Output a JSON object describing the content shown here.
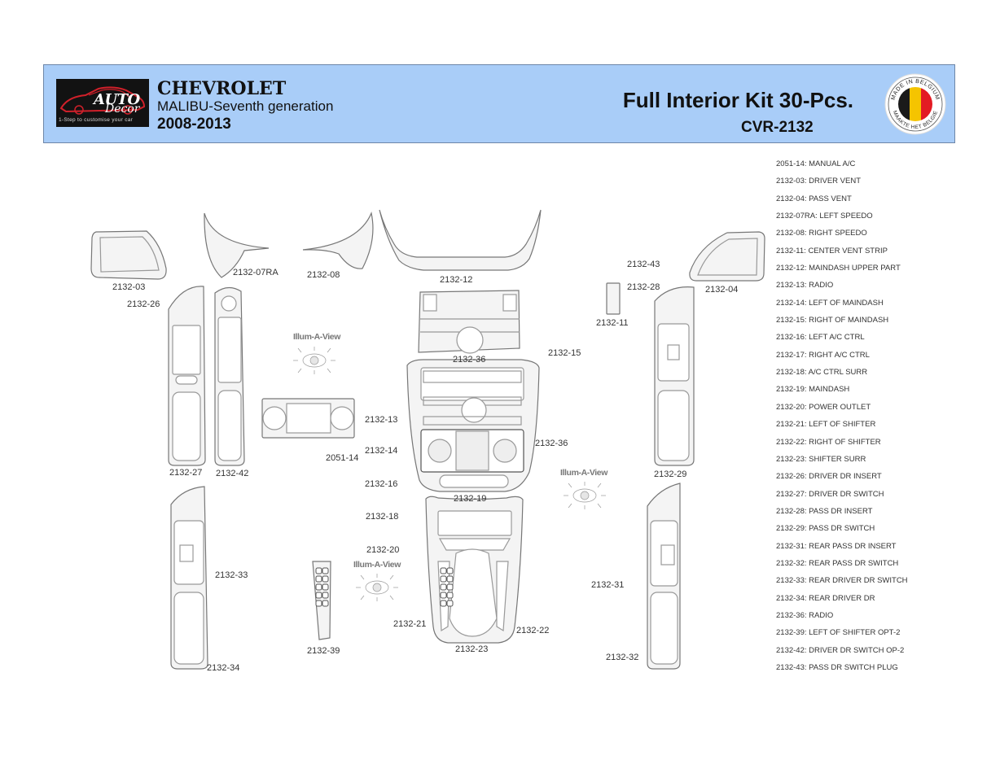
{
  "header": {
    "logo": {
      "brand_top": "AUTO",
      "brand_bottom": "Decor",
      "tagline": "1-Step to customise your car"
    },
    "make": "CHEVROLET",
    "model": "MALIBU-Seventh generation",
    "years": "2008-2013",
    "kit_title": "Full Interior Kit 30-Pcs.",
    "kit_code": "CVR-2132",
    "badge": {
      "top_text": "MADE IN BELGIUM",
      "bottom_text": "MAAKTE HET BELGIE",
      "flag_colors": [
        "#1a1a1a",
        "#f5c400",
        "#e31b23"
      ]
    }
  },
  "legend": [
    "2051-14: MANUAL A/C",
    "2132-03: DRIVER VENT",
    "2132-04: PASS VENT",
    "2132-07RA: LEFT SPEEDO",
    "2132-08: RIGHT SPEEDO",
    "2132-11: CENTER VENT STRIP",
    "2132-12: MAINDASH UPPER PART",
    "2132-13: RADIO",
    "2132-14: LEFT OF MAINDASH",
    "2132-15: RIGHT OF MAINDASH",
    "2132-16: LEFT A/C CTRL",
    "2132-17: RIGHT A/C CTRL",
    "2132-18: A/C CTRL SURR",
    "2132-19: MAINDASH",
    "2132-20: POWER OUTLET",
    "2132-21: LEFT OF SHIFTER",
    "2132-22: RIGHT OF SHIFTER",
    "2132-23: SHIFTER SURR",
    "2132-26: DRIVER DR INSERT",
    "2132-27: DRIVER DR SWITCH",
    "2132-28: PASS DR INSERT",
    "2132-29: PASS DR SWITCH",
    "2132-31: REAR PASS DR INSERT",
    "2132-32: REAR PASS DR SWITCH",
    "2132-33: REAR DRIVER DR SWITCH",
    "2132-34: REAR DRIVER DR",
    "2132-36: RADIO",
    "2132-39: LEFT OF SHIFTER OPT-2",
    "2132-42: DRIVER DR SWITCH OP-2",
    "2132-43: PASS DR SWITCH PLUG"
  ],
  "part_labels": {
    "p03": "2132-03",
    "p26": "2132-26",
    "p07ra": "2132-07RA",
    "p08": "2132-08",
    "p12": "2132-12",
    "p43": "2132-43",
    "p28": "2132-28",
    "p04": "2132-04",
    "p11": "2132-11",
    "p36a": "2132-36",
    "p15": "2132-15",
    "p13": "2132-13",
    "p14": "2132-14",
    "p2051": "2051-14",
    "p36b": "2132-36",
    "p16": "2132-16",
    "p27": "2132-27",
    "p42": "2132-42",
    "p29": "2132-29",
    "p19": "2132-19",
    "p18": "2132-18",
    "p20": "2132-20",
    "p33": "2132-33",
    "p31": "2132-31",
    "p21": "2132-21",
    "p22": "2132-22",
    "p23": "2132-23",
    "p39": "2132-39",
    "p32": "2132-32",
    "p34": "2132-34"
  },
  "illum_label": "Illum-A-View"
}
